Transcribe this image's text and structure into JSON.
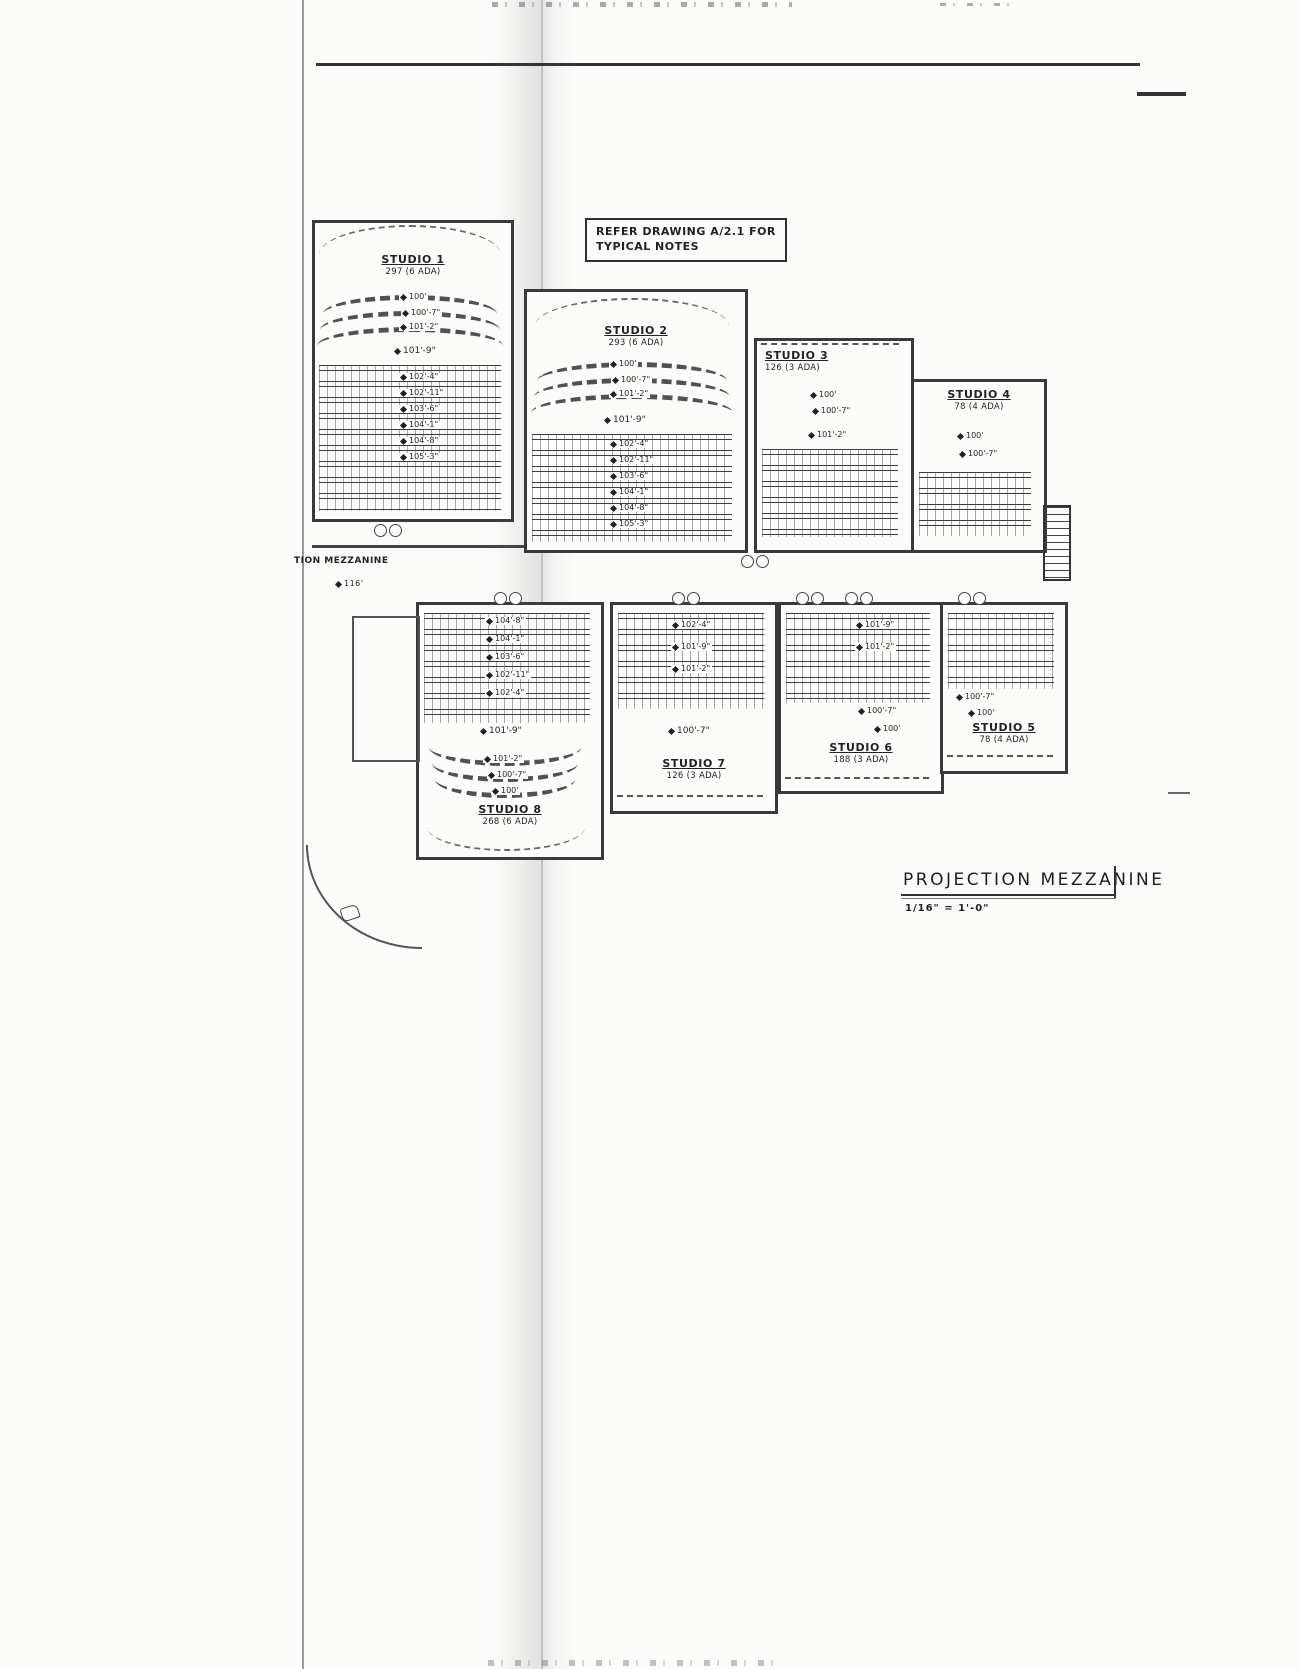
{
  "sheet": {
    "note_line1": "REFER DRAWING A/2.1 FOR",
    "note_line2": "TYPICAL NOTES",
    "title": "PROJECTION MEZZANINE",
    "scale": "1/16\" = 1'-0\"",
    "mezz_label": "TION MEZZANINE",
    "mezz_elev": "116'"
  },
  "colors": {
    "ink": "#333333",
    "paper": "#fcfcfb"
  },
  "studios": [
    {
      "name": "STUDIO 1",
      "seats": "297 (6 ADA)",
      "elevations": [
        "100'",
        "100'-7\"",
        "101'-2\"",
        "101'-9\"",
        "102'-4\"",
        "102'-11\"",
        "103'-6\"",
        "104'-1\"",
        "104'-8\"",
        "105'-3\""
      ]
    },
    {
      "name": "STUDIO 2",
      "seats": "293 (6 ADA)",
      "elevations": [
        "100'",
        "100'-7\"",
        "101'-2\"",
        "101'-9\"",
        "102'-4\"",
        "102'-11\"",
        "103'-6\"",
        "104'-1\"",
        "104'-8\"",
        "105'-3\""
      ]
    },
    {
      "name": "STUDIO 3",
      "seats": "126 (3 ADA)",
      "elevations": [
        "100'",
        "100'-7\"",
        "101'-2\""
      ]
    },
    {
      "name": "STUDIO 4",
      "seats": "78 (4 ADA)",
      "elevations": [
        "100'",
        "100'-7\""
      ]
    },
    {
      "name": "STUDIO 5",
      "seats": "78 (4 ADA)",
      "elevations": [
        "100'-7\"",
        "100'"
      ]
    },
    {
      "name": "STUDIO 6",
      "seats": "188 (3 ADA)",
      "elevations": [
        "101'-9\"",
        "101'-2\"",
        "100'-7\"",
        "100'"
      ]
    },
    {
      "name": "STUDIO 7",
      "seats": "126 (3 ADA)",
      "elevations": [
        "102'-4\"",
        "101'-9\"",
        "101'-2\"",
        "100'-7\""
      ]
    },
    {
      "name": "STUDIO 8",
      "seats": "268 (6 ADA)",
      "elevations": [
        "104'-8\"",
        "104'-1\"",
        "103'-6\"",
        "102'-11\"",
        "102'-4\"",
        "101'-9\"",
        "101'-2\"",
        "100'-7\"",
        "100'"
      ]
    }
  ]
}
